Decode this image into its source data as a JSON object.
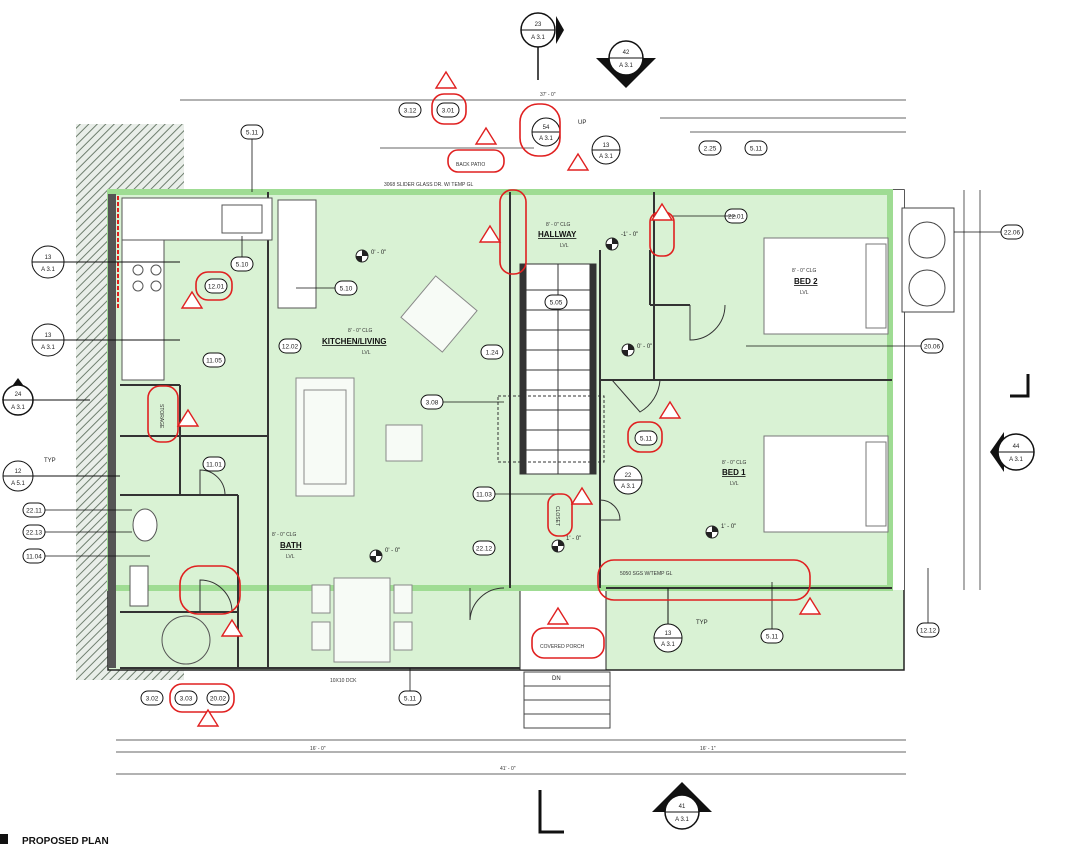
{
  "drawing_title": "PROPOSED PLAN",
  "rooms": {
    "kitchen": {
      "name": "KITCHEN/LIVING",
      "ceiling": "8' - 0\" CLG",
      "sub": "LVL"
    },
    "hallway": {
      "name": "HALLWAY",
      "ceiling": "8' - 0\" CLG",
      "sub": "LVL"
    },
    "bed2": {
      "name": "BED 2",
      "ceiling": "8' - 0\" CLG",
      "sub": "LVL"
    },
    "bed1": {
      "name": "BED 1",
      "ceiling": "8' - 0\" CLG",
      "sub": "LVL"
    },
    "bath": {
      "name": "BATH",
      "ceiling": "8' - 0\" CLG",
      "sub": "LVL"
    }
  },
  "spot_elevations": [
    "0' - 0\"",
    "-1' - 0\"",
    "0' - 0\"",
    "1' - 0\"",
    "1' - 0\"",
    "0' - 0\""
  ],
  "section_markers": [
    {
      "num": "23",
      "sheet": "A 3.1"
    },
    {
      "num": "42",
      "sheet": "A 3.1"
    },
    {
      "num": "24",
      "sheet": "A 3.1"
    },
    {
      "num": "44",
      "sheet": "A 3.1"
    },
    {
      "num": "41",
      "sheet": "A 3.1"
    }
  ],
  "detail_bubbles": [
    {
      "num": "54",
      "sheet": "A 3.1"
    },
    {
      "num": "13",
      "sheet": "A 3.1"
    },
    {
      "num": "13",
      "sheet": "A 3.1"
    },
    {
      "num": "13",
      "sheet": "A 3.1"
    },
    {
      "num": "12",
      "sheet": "A 5.1"
    },
    {
      "num": "22",
      "sheet": "A 3.1"
    },
    {
      "num": "13",
      "sheet": "A 3.1"
    }
  ],
  "keynotes": [
    "5.11",
    "3.12",
    "3.01",
    "2.25",
    "5.11",
    "22.01",
    "22.06",
    "5.10",
    "12.01",
    "5.10",
    "12.02",
    "5.05",
    "11.05",
    "5.11",
    "11.01",
    "22.11",
    "22.13",
    "11.04",
    "3.02",
    "3.03",
    "20.02",
    "11.03",
    "5.11",
    "22.12",
    "5.11",
    "12.12",
    "20.06",
    "1.24",
    "3.08"
  ],
  "annotations": {
    "back_patio": "BACK PATIO",
    "covered_porch": "COVERED PORCH",
    "closet": "CLOSET",
    "storage": "STORAGE",
    "typ": "TYP",
    "up": "UP",
    "dn": "DN",
    "sliding_door": "3068 SLIDER GLASS DR. W/ TEMP GL",
    "window_note": "5050 SGS W/TEMP GL",
    "deck_note": "10X10 DCK"
  },
  "dimensions": {
    "overall": "37' - 0\"",
    "bottom_overall": "41' - 0\"",
    "left_run": "16' - 0\"",
    "right_run": "16' - 1\""
  },
  "colors": {
    "wall_fill": "#d9f2d4",
    "redline": "#e02020",
    "hatch": "#7a8a7a"
  }
}
